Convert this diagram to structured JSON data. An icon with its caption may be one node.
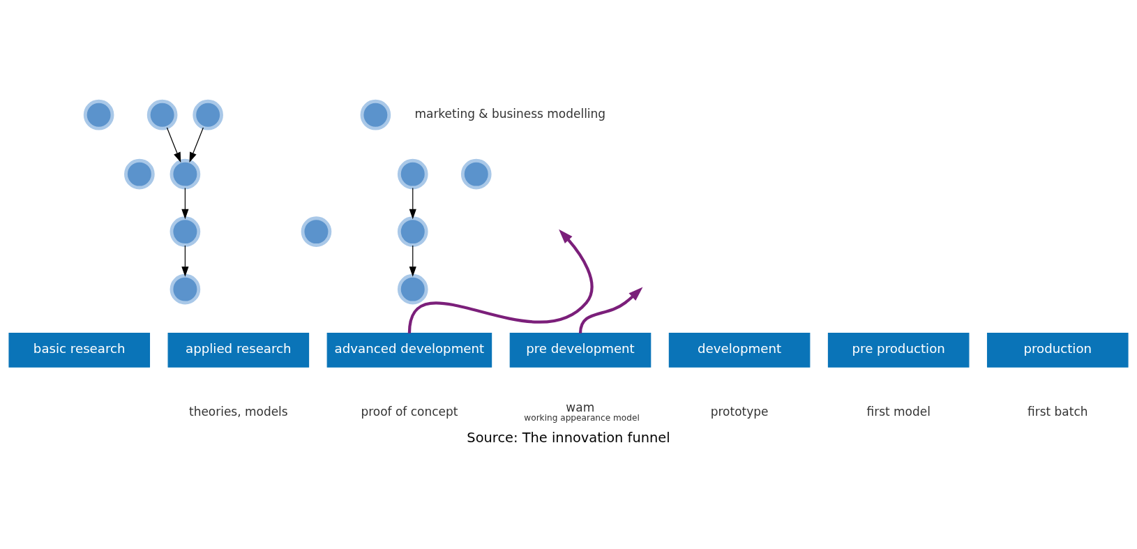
{
  "diagram": {
    "caption": "Source: The innovation funnel",
    "nodes": [
      {
        "text": [],
        "shape": "circle"
      },
      {
        "text": [],
        "shape": "circle"
      },
      {
        "text": [],
        "shape": "circle"
      },
      {
        "text": [],
        "shape": "circle"
      },
      {
        "text": [],
        "shape": "circle"
      },
      {
        "text": [],
        "shape": "circle"
      },
      {
        "text": [],
        "shape": "circle"
      },
      {
        "text": [],
        "shape": "circle"
      },
      {
        "text": [],
        "shape": "circle"
      },
      {
        "text": [],
        "shape": "circle"
      },
      {
        "text": [],
        "shape": "circle"
      },
      {
        "text": [],
        "shape": "circle"
      },
      {
        "text": [],
        "shape": "circle"
      },
      {
        "text": [
          "basic research"
        ]
      },
      {
        "text": [
          "applied research"
        ]
      },
      {
        "text": [
          "advanced development"
        ]
      },
      {
        "text": [
          "pre development"
        ]
      },
      {
        "text": [
          "development"
        ]
      },
      {
        "text": [
          "pre production"
        ]
      },
      {
        "text": [
          "production"
        ]
      },
      {
        "text": [
          "theories, models"
        ]
      },
      {
        "text": [
          "proof of concept"
        ]
      },
      {
        "text": [
          "wam",
          "working appearance model"
        ]
      },
      {
        "text": [
          "prototype"
        ]
      },
      {
        "text": [
          "first model"
        ]
      },
      {
        "text": [
          "first batch"
        ]
      }
    ],
    "edges": [
      {
        "from": 0,
        "to": 6,
        "arrow": "to"
      },
      {
        "from": 4,
        "to": 6,
        "arrow": "to"
      },
      {
        "from": 6,
        "to": 7,
        "arrow": "to"
      },
      {
        "from": 7,
        "to": 3,
        "arrow": "to"
      },
      {
        "from": 9,
        "to": 10,
        "arrow": "to"
      },
      {
        "from": 10,
        "to": 12,
        "arrow": "to"
      },
      {
        "from": 15,
        "to": null,
        "arrow": "to",
        "style": "thick",
        "color": "#7b1f7a"
      },
      {
        "from": 16,
        "to": null,
        "arrow": "to",
        "style": "thick",
        "color": "#7b1f7a"
      }
    ],
    "labels": [
      "marketing & business modelling"
    ]
  }
}
